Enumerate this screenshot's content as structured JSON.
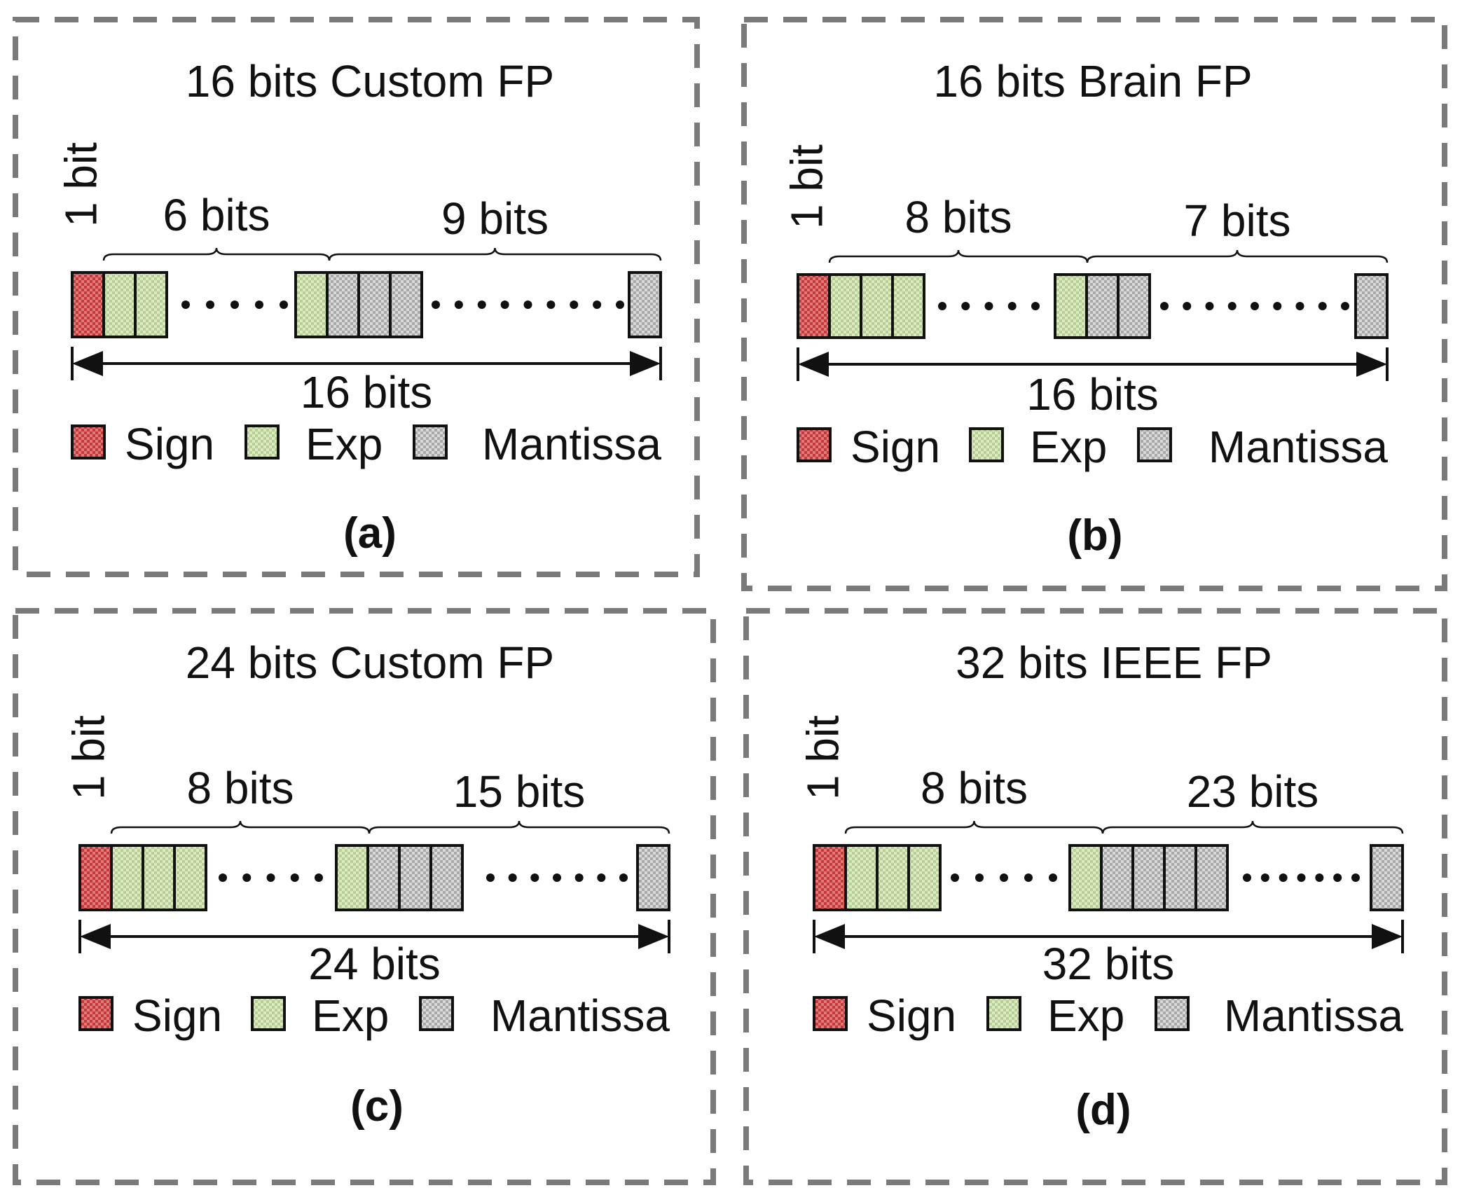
{
  "colors": {
    "sign": "#e27a7a",
    "sign_pattern": "#c13a3a",
    "exp": "#dbeac4",
    "exp_pattern": "#b7cf93",
    "mantissa": "#d9d9d9",
    "mantissa_pattern": "#a8a8a8",
    "border": "#7a7a7a"
  },
  "panels": [
    {
      "title": "16 bits Custom FP",
      "sign_label": "1 bit",
      "exp_label": "6 bits",
      "mantissa_label": "9 bits",
      "total_label": "16 bits",
      "caption": "(a)",
      "legend": {
        "sign": "Sign",
        "exp": "Exp",
        "mantissa": "Mantissa"
      }
    },
    {
      "title": "16 bits Brain  FP",
      "sign_label": "1 bit",
      "exp_label": "8 bits",
      "mantissa_label": "7 bits",
      "total_label": "16 bits",
      "caption": "(b)",
      "legend": {
        "sign": "Sign",
        "exp": "Exp",
        "mantissa": "Mantissa"
      }
    },
    {
      "title": "24 bits Custom FP",
      "sign_label": "1 bit",
      "exp_label": "8 bits",
      "mantissa_label": "15 bits",
      "total_label": "24 bits",
      "caption": "(c)",
      "legend": {
        "sign": "Sign",
        "exp": "Exp",
        "mantissa": "Mantissa"
      }
    },
    {
      "title": "32 bits IEEE FP",
      "sign_label": "1 bit",
      "exp_label": "8 bits",
      "mantissa_label": "23 bits",
      "total_label": "32 bits",
      "caption": "(d)",
      "legend": {
        "sign": "Sign",
        "exp": "Exp",
        "mantissa": "Mantissa"
      }
    }
  ]
}
